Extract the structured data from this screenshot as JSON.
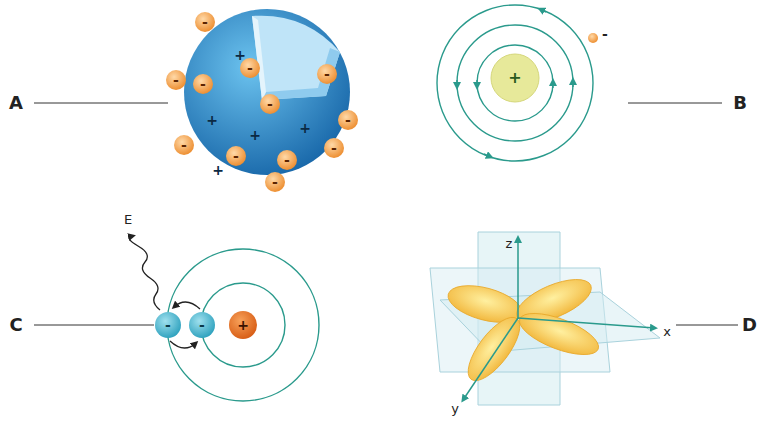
{
  "diagram": {
    "labels": [
      "A",
      "B",
      "C",
      "D",
      "-",
      "-",
      "-",
      "-",
      "-",
      "-",
      "-",
      "-",
      "-",
      "-",
      "-",
      "-",
      "+",
      "+",
      "+",
      "+",
      "+",
      "+",
      "-",
      "E",
      "-",
      "-",
      "+",
      "z",
      "x",
      "y"
    ]
  }
}
